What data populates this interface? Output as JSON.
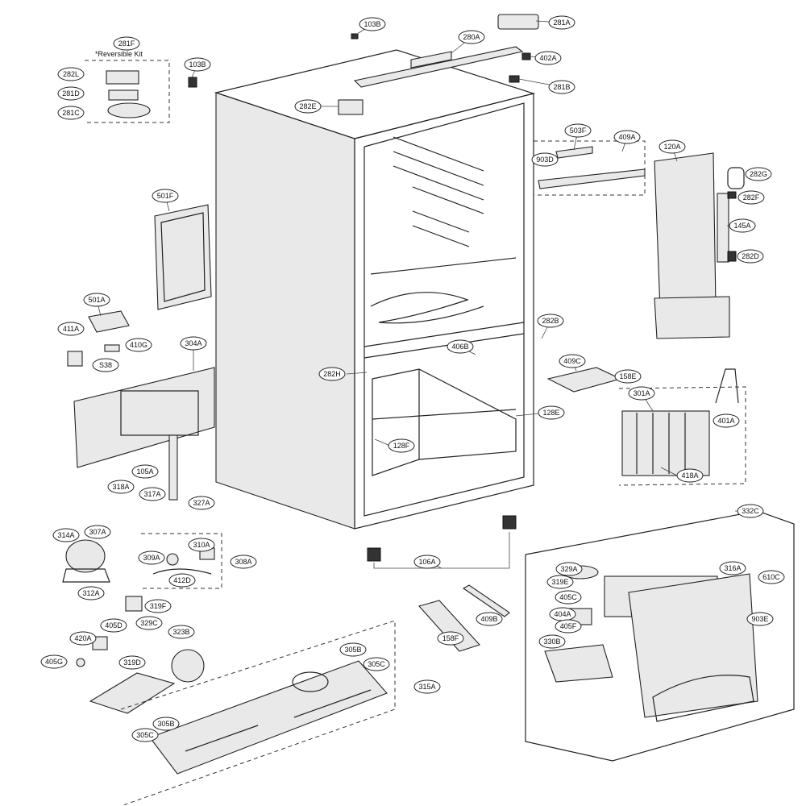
{
  "kit_note": "*Reversible Kit",
  "callouts": [
    {
      "label": "103B"
    },
    {
      "label": "281A"
    },
    {
      "label": "280A"
    },
    {
      "label": "402A"
    },
    {
      "label": "281B"
    },
    {
      "label": "281F"
    },
    {
      "label": "103B"
    },
    {
      "label": "282L"
    },
    {
      "label": "281D"
    },
    {
      "label": "281C"
    },
    {
      "label": "282E"
    },
    {
      "label": "503F"
    },
    {
      "label": "409A"
    },
    {
      "label": "903D"
    },
    {
      "label": "120A"
    },
    {
      "label": "282G"
    },
    {
      "label": "282F"
    },
    {
      "label": "145A"
    },
    {
      "label": "282D"
    },
    {
      "label": "501F"
    },
    {
      "label": "501A"
    },
    {
      "label": "411A"
    },
    {
      "label": "410G"
    },
    {
      "label": "304A"
    },
    {
      "label": "S38"
    },
    {
      "label": "282B"
    },
    {
      "label": "406B"
    },
    {
      "label": "282H"
    },
    {
      "label": "409C"
    },
    {
      "label": "158E"
    },
    {
      "label": "301A"
    },
    {
      "label": "401A"
    },
    {
      "label": "128E"
    },
    {
      "label": "128F"
    },
    {
      "label": "418A"
    },
    {
      "label": "105A"
    },
    {
      "label": "318A"
    },
    {
      "label": "317A"
    },
    {
      "label": "327A"
    },
    {
      "label": "314A"
    },
    {
      "label": "307A"
    },
    {
      "label": "310A"
    },
    {
      "label": "309A"
    },
    {
      "label": "308A"
    },
    {
      "label": "412D"
    },
    {
      "label": "312A"
    },
    {
      "label": "106A"
    },
    {
      "label": "332C"
    },
    {
      "label": "329A"
    },
    {
      "label": "316A"
    },
    {
      "label": "610C"
    },
    {
      "label": "319E"
    },
    {
      "label": "405C"
    },
    {
      "label": "404A"
    },
    {
      "label": "405F"
    },
    {
      "label": "903E"
    },
    {
      "label": "330B"
    },
    {
      "label": "409B"
    },
    {
      "label": "158F"
    },
    {
      "label": "319F"
    },
    {
      "label": "405D"
    },
    {
      "label": "329C"
    },
    {
      "label": "420A"
    },
    {
      "label": "323B"
    },
    {
      "label": "405G"
    },
    {
      "label": "319D"
    },
    {
      "label": "305B"
    },
    {
      "label": "305C"
    },
    {
      "label": "315A"
    },
    {
      "label": "305C"
    },
    {
      "label": "305B"
    }
  ]
}
